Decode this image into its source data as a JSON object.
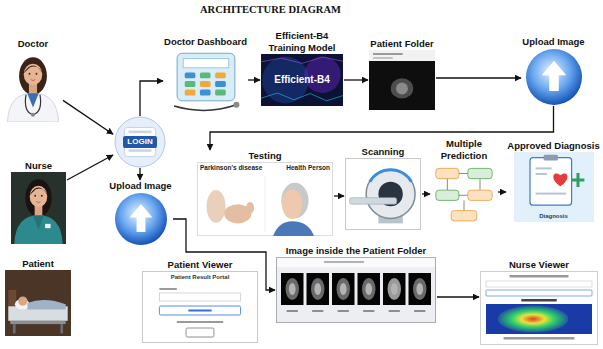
{
  "diagram": {
    "title": "ARCHITECTURE DIAGRAM",
    "nodes": [
      {
        "text": [
          "Doctor"
        ]
      },
      {
        "text": [
          "Nurse"
        ]
      },
      {
        "text": [
          "Patient"
        ]
      },
      {
        "text": [
          "LOGIN"
        ]
      },
      {
        "text": [
          "Doctor Dashboard"
        ]
      },
      {
        "text": [
          "Efficient-B4 Training Model",
          "Efficient-B4"
        ]
      },
      {
        "text": [
          "Patient Folder"
        ]
      },
      {
        "text": [
          "Upload Image"
        ]
      },
      {
        "text": [
          "Testing",
          "Parkinson's disease",
          "Health Person"
        ]
      },
      {
        "text": [
          "Scanning"
        ]
      },
      {
        "text": [
          "Multiple Prediction"
        ]
      },
      {
        "text": [
          "Approved Diagnosis",
          "Diagnosis"
        ]
      },
      {
        "text": [
          "Upload Image"
        ]
      },
      {
        "text": [
          "Patient Viewer",
          "Patient Result Portal"
        ]
      },
      {
        "text": [
          "Image inside the Patient Folder"
        ]
      },
      {
        "text": [
          "Nurse Viewer"
        ]
      }
    ],
    "edges": [
      {
        "from": 0,
        "to": 3,
        "arrow": "to"
      },
      {
        "from": 1,
        "to": 3,
        "arrow": "to"
      },
      {
        "from": 3,
        "to": 4,
        "arrow": "to"
      },
      {
        "from": 4,
        "to": 5,
        "arrow": "to"
      },
      {
        "from": 5,
        "to": 6,
        "arrow": "to"
      },
      {
        "from": 6,
        "to": 7,
        "arrow": "to"
      },
      {
        "from": 7,
        "to": 8,
        "arrow": "to"
      },
      {
        "from": 8,
        "to": 9,
        "arrow": "to"
      },
      {
        "from": 9,
        "to": 10,
        "arrow": "to"
      },
      {
        "from": 10,
        "to": 11,
        "arrow": "to"
      },
      {
        "from": 3,
        "to": 12,
        "arrow": "to"
      },
      {
        "from": 12,
        "to": 14,
        "arrow": "to"
      },
      {
        "from": 14,
        "to": 15,
        "arrow": "to"
      }
    ]
  }
}
